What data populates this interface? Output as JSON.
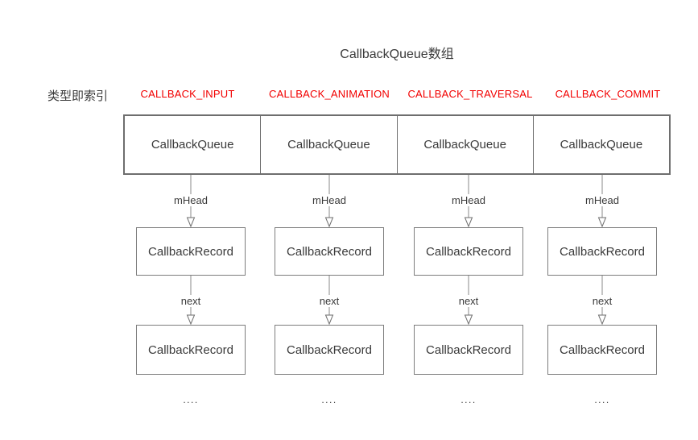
{
  "title": "CallbackQueue数组",
  "row_label": "类型即索引",
  "colors": {
    "header_red": "#f20000",
    "border_gray": "#6e6e6e",
    "text_dark": "#3a3a3a"
  },
  "columns": [
    {
      "header": "CALLBACK_INPUT",
      "queue_label": "CallbackQueue",
      "head_pointer_label": "mHead",
      "record1_label": "CallbackRecord",
      "next_pointer_label": "next",
      "record2_label": "CallbackRecord",
      "ellipsis": "...."
    },
    {
      "header": "CALLBACK_ANIMATION",
      "queue_label": "CallbackQueue",
      "head_pointer_label": "mHead",
      "record1_label": "CallbackRecord",
      "next_pointer_label": "next",
      "record2_label": "CallbackRecord",
      "ellipsis": "...."
    },
    {
      "header": "CALLBACK_TRAVERSAL",
      "queue_label": "CallbackQueue",
      "head_pointer_label": "mHead",
      "record1_label": "CallbackRecord",
      "next_pointer_label": "next",
      "record2_label": "CallbackRecord",
      "ellipsis": "...."
    },
    {
      "header": "CALLBACK_COMMIT",
      "queue_label": "CallbackQueue",
      "head_pointer_label": "mHead",
      "record1_label": "CallbackRecord",
      "next_pointer_label": "next",
      "record2_label": "CallbackRecord",
      "ellipsis": "...."
    }
  ]
}
